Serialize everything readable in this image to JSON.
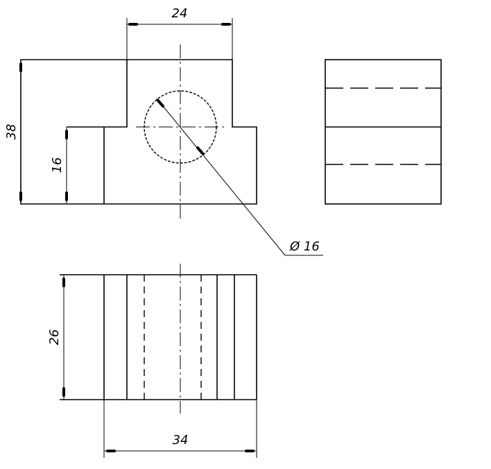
{
  "drawing": {
    "dimensions": {
      "top_width": "24",
      "overall_height": "38",
      "step_height": "16",
      "hole_diameter": "Ø 16",
      "plan_depth": "26",
      "plan_width": "34"
    }
  }
}
